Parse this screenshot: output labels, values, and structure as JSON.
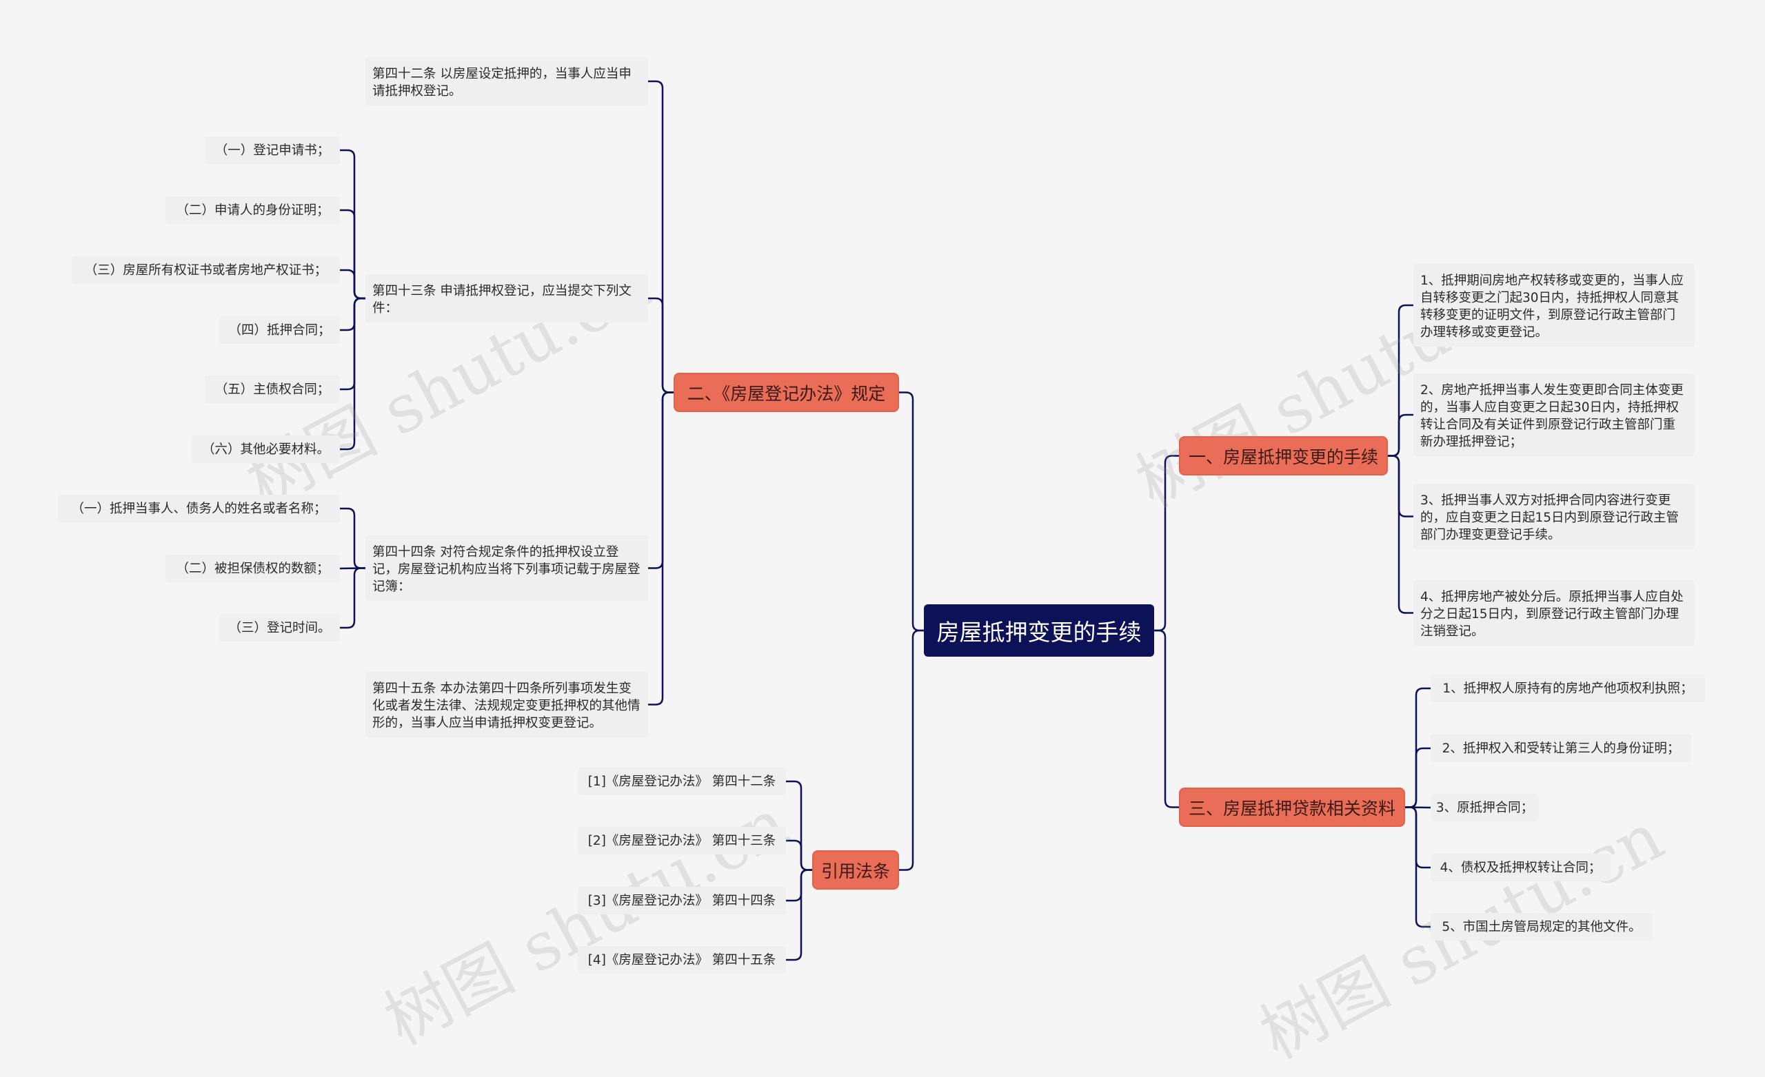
{
  "root": {
    "label": "房屋抵押变更的手续"
  },
  "branches": {
    "b2": {
      "label": "二、《房屋登记办法》规定"
    },
    "b1": {
      "label": "一、房屋抵押变更的手续"
    },
    "b3": {
      "label": "三、房屋抵押贷款相关资料"
    },
    "b4": {
      "label": "引用法条"
    }
  },
  "articles": {
    "a42": "第四十二条 以房屋设定抵押的，当事人应当申请抵押权登记。",
    "a43": "第四十三条 申请抵押权登记，应当提交下列文件：",
    "a44": "第四十四条 对符合规定条件的抵押权设立登记，房屋登记机构应当将下列事项记载于房屋登记簿：",
    "a45": "第四十五条 本办法第四十四条所列事项发生变化或者发生法律、法规规定变更抵押权的其他情形的，当事人应当申请抵押权变更登记。"
  },
  "docs43": [
    "（一）登记申请书；",
    "（二）申请人的身份证明；",
    "（三）房屋所有权证书或者房地产权证书；",
    "（四）抵押合同；",
    "（五）主债权合同；",
    "（六）其他必要材料。"
  ],
  "items44": [
    "（一）抵押当事人、债务人的姓名或者名称；",
    "（二）被担保债权的数额；",
    "（三）登记时间。"
  ],
  "b1_items": [
    "1、抵押期间房地产权转移或变更的，当事人应自转移变更之门起30日内，持抵押权人同意其转移变更的证明文件，到原登记行政主管部门办理转移或变更登记。",
    "2、房地产抵押当事人发生变更即合同主体变更的，当事人应自变更之日起30日内，持抵押权转让合同及有关证件到原登记行政主管部门重新办理抵押登记；",
    "3、抵押当事人双方对抵押合同内容进行变更的，应自变更之日起15日内到原登记行政主管部门办理变更登记手续。",
    "4、抵押房地产被处分后。原抵押当事人应自处分之日起15日内，到原登记行政主管部门办理注销登记。"
  ],
  "b3_items": [
    "1、抵押权人原持有的房地产他项权利执照；",
    "2、抵押权入和受转让第三人的身份证明；",
    "3、原抵押合同；",
    "4、债权及抵押权转让合同；",
    "5、市国土房管局规定的其他文件。"
  ],
  "b4_items": [
    "[1]《房屋登记办法》 第四十二条",
    "[2]《房屋登记办法》 第四十三条",
    "[3]《房屋登记办法》 第四十四条",
    "[4]《房屋登记办法》 第四十五条"
  ],
  "watermark": {
    "text": "树图 shutu.cn"
  },
  "colors": {
    "root_bg": "#0d1157",
    "branch_bg": "#ea6d58",
    "leaf_bg": "#efefef",
    "link": "#0d1157"
  }
}
